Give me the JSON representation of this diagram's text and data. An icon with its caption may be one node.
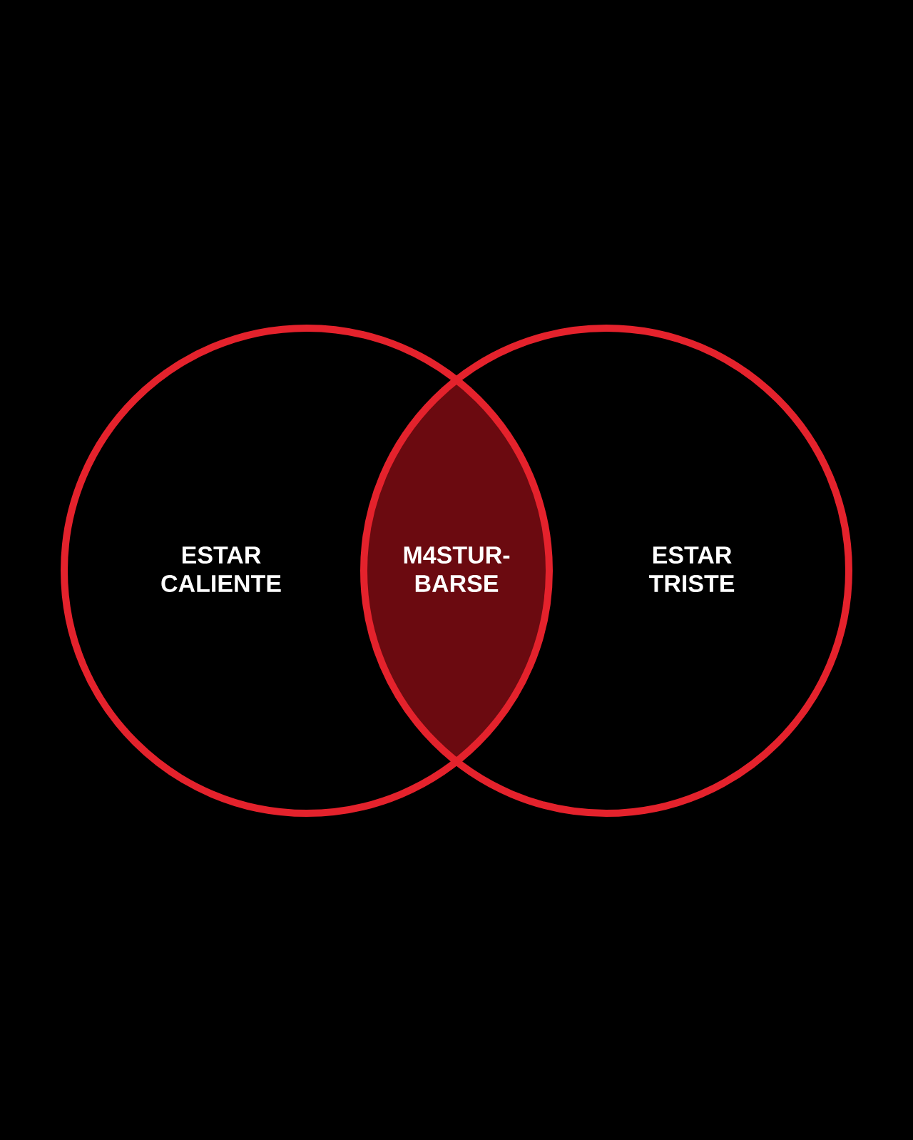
{
  "diagram": {
    "nodes": [
      {
        "text": [
          "ESTAR CALIENTE"
        ]
      },
      {
        "text": [
          "M4STUR- BARSE"
        ]
      },
      {
        "text": [
          "ESTAR TRISTE"
        ]
      }
    ]
  }
}
